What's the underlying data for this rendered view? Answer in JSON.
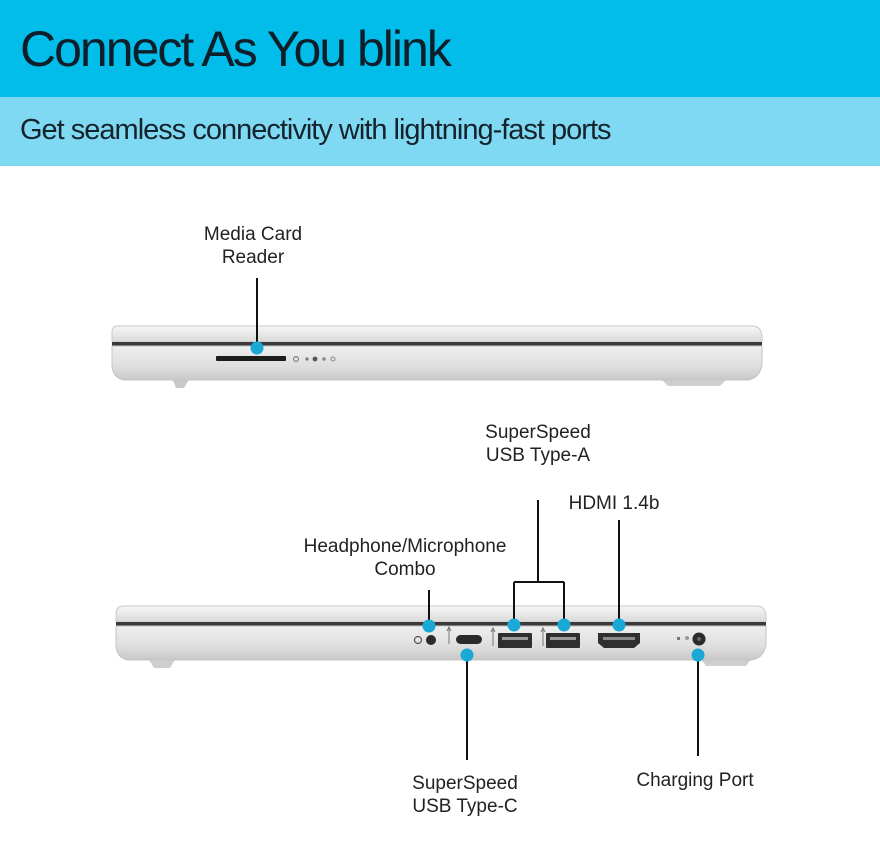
{
  "header": {
    "title": "Connect As You blink",
    "subtitle": "Get seamless connectivity with lightning-fast ports"
  },
  "callouts": {
    "media_card_reader": [
      "Media Card",
      "Reader"
    ],
    "usb_type_a": [
      "SuperSpeed",
      "USB Type-A"
    ],
    "hdmi": [
      "HDMI 1.4b"
    ],
    "headphone_mic": [
      "Headphone/Microphone",
      "Combo"
    ],
    "usb_type_c": [
      "SuperSpeed",
      "USB Type-C"
    ],
    "charging_port": [
      "Charging Port"
    ]
  },
  "colors": {
    "banner_primary": "#02bcea",
    "banner_secondary": "#80d9f3",
    "callout_dot": "#1aa9d6"
  }
}
